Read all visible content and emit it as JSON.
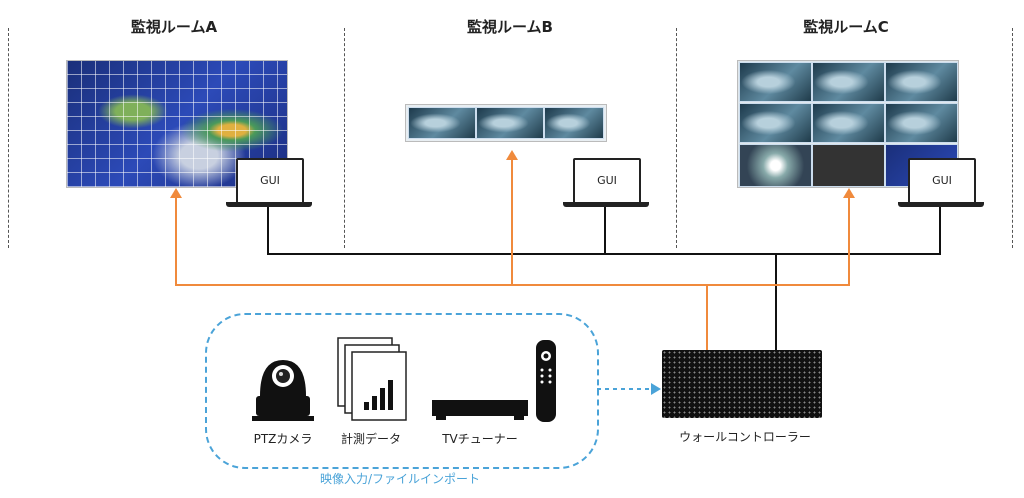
{
  "rooms": {
    "a": "監視ルームA",
    "b": "監視ルームB",
    "c": "監視ルームC"
  },
  "gui_label": "GUI",
  "inputs": {
    "ptz": "PTZカメラ",
    "data": "計測データ",
    "tv": "TVチューナー",
    "group_caption": "映像入力/ファイルインポート"
  },
  "controller_label": "ウォールコントローラー",
  "colors": {
    "signal_line": "#f08a3c",
    "control_line": "#111111",
    "input_box": "#4aa3d8"
  },
  "icons": [
    "ptz-camera-icon",
    "document-chart-icon",
    "tv-tuner-icon",
    "remote-control-icon",
    "laptop-icon",
    "video-wall-controller-icon"
  ]
}
